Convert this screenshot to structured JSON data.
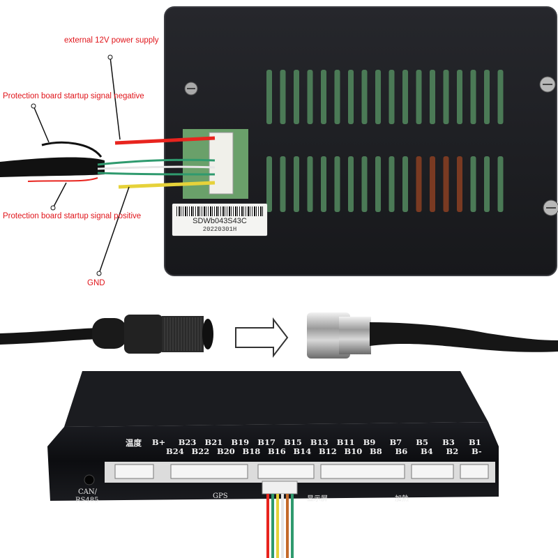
{
  "photo_top": {
    "callouts": {
      "power": "external 12V power supply",
      "startup_negative": "Protection board startup signal negative",
      "startup_positive": "Protection board startup signal positive",
      "gnd": "GND"
    },
    "sticker": {
      "serial": "SDWb043S43C",
      "date_code": "20220301H"
    }
  },
  "photo_bottom": {
    "pins_top_row": [
      "温度",
      "B+",
      "B23",
      "B21",
      "B19",
      "B17",
      "B15",
      "B13",
      "B11",
      "B9",
      "B7",
      "B5",
      "B3",
      "B1"
    ],
    "pins_bottom_row": [
      "B24",
      "B22",
      "B20",
      "B18",
      "B16",
      "B14",
      "B12",
      "B10",
      "B8",
      "B6",
      "B4",
      "B2",
      "B-"
    ],
    "ports": {
      "can_line1": "CAN/",
      "can_line2": "RS485",
      "gps": "GPS",
      "display": "显示屏",
      "heating": "加熱"
    }
  },
  "colors": {
    "callout_red": "#e0141a",
    "wire_red": "#e8241e",
    "wire_green": "#2f9a6e",
    "wire_white": "#e6e6e6",
    "wire_yellow": "#e6d23a",
    "case_black": "#1b1c20"
  }
}
